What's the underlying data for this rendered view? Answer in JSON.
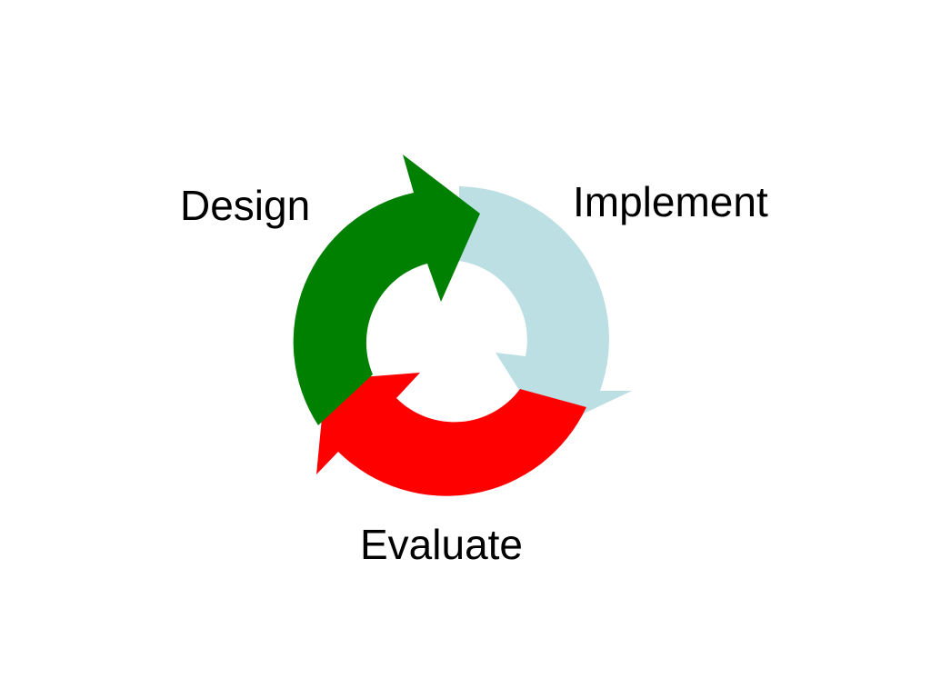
{
  "diagram": {
    "stages": [
      {
        "label": "Design",
        "color": "#008000"
      },
      {
        "label": "Implement",
        "color": "#bbdfe3"
      },
      {
        "label": "Evaluate",
        "color": "#ff0000"
      }
    ]
  }
}
